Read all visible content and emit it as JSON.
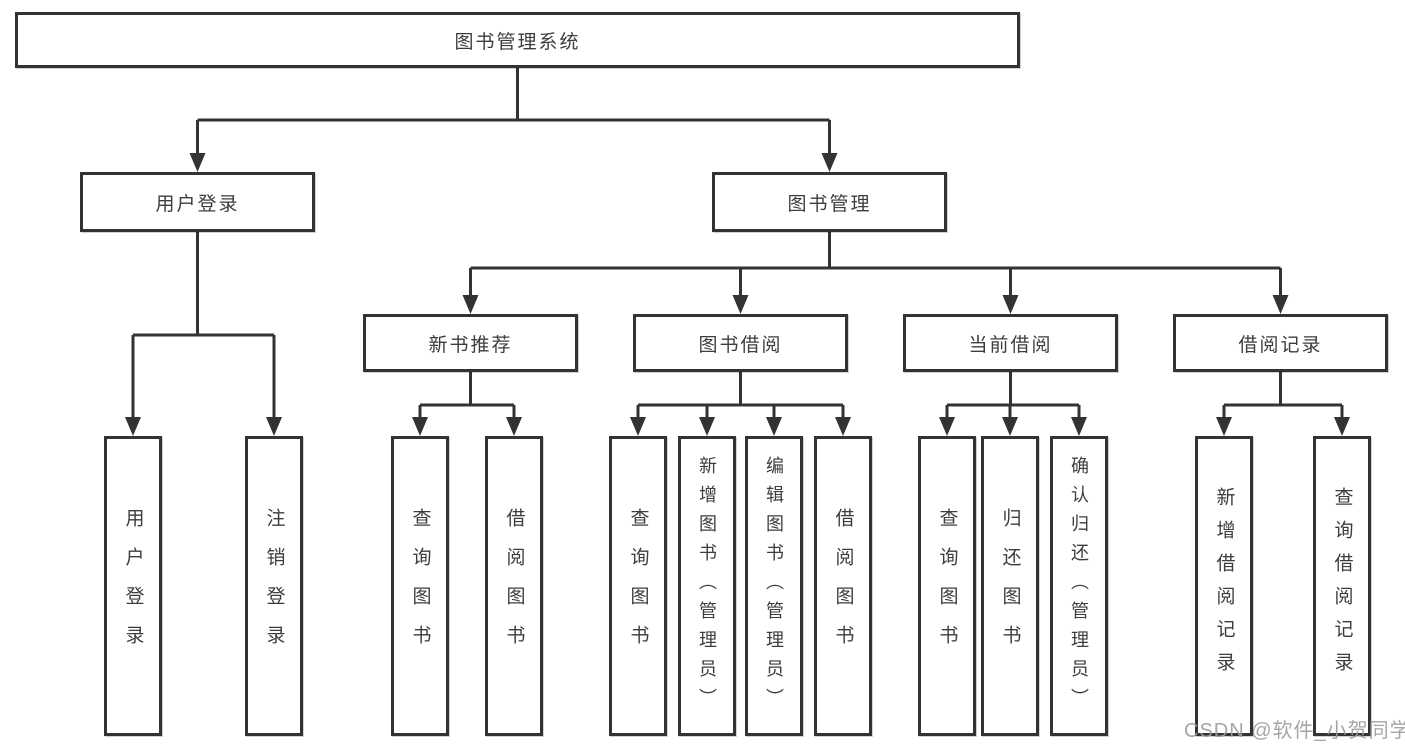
{
  "nodes": {
    "root": "图书管理系统",
    "user_login": "用户登录",
    "book_mgmt": "图书管理",
    "new_book": "新书推荐",
    "book_borrow": "图书借阅",
    "current_borrow": "当前借阅",
    "borrow_record": "借阅记录",
    "leaf_user_login": "用户登录",
    "leaf_logout": "注销登录",
    "leaf_query_book_a": "查询图书",
    "leaf_borrow_book_a": "借阅图书",
    "leaf_query_book_b": "查询图书",
    "leaf_add_book": "新增图书（管理员）",
    "leaf_edit_book": "编辑图书（管理员）",
    "leaf_borrow_book_b": "借阅图书",
    "leaf_query_book_c": "查询图书",
    "leaf_return_book": "归还图书",
    "leaf_confirm_return": "确认归还（管理员）",
    "leaf_add_record": "新增借阅记录",
    "leaf_query_record": "查询借阅记录"
  },
  "watermark": "CSDN @软件_小贺同学",
  "colors": {
    "line": "#333333",
    "text": "#3d3d3d",
    "watermark": "#9e9e9e",
    "background": "#ffffff"
  }
}
